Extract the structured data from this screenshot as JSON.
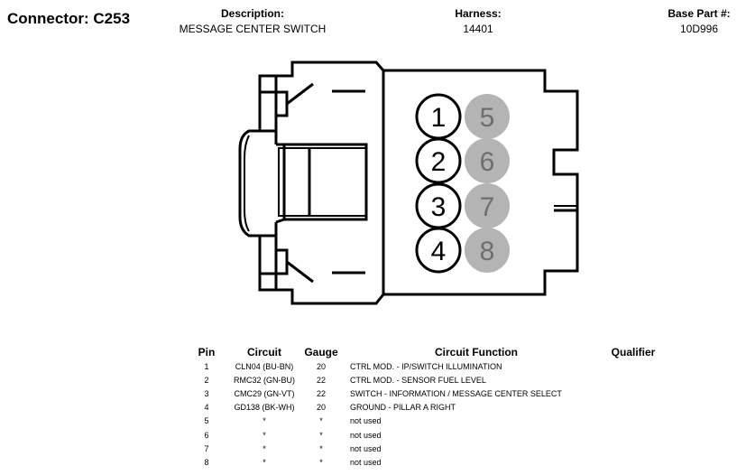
{
  "connector": {
    "label": "Connector: C253"
  },
  "description": {
    "label": "Description:",
    "value": "MESSAGE CENTER SWITCH"
  },
  "harness": {
    "label": "Harness:",
    "value": "14401"
  },
  "base_part": {
    "label": "Base Part #:",
    "value": "10D996"
  },
  "connector_face": {
    "pins_front": [
      "1",
      "2",
      "3",
      "4"
    ],
    "pins_back": [
      "5",
      "6",
      "7",
      "8"
    ],
    "front_fill": "#ffffff",
    "back_fill": "#b4b4b4",
    "back_text_color": "#6e6e6e"
  },
  "table": {
    "headers": {
      "pin": "Pin",
      "circuit": "Circuit",
      "gauge": "Gauge",
      "function": "Circuit Function",
      "qualifier": "Qualifier"
    },
    "rows": [
      {
        "pin": "1",
        "circuit": "CLN04 (BU-BN)",
        "gauge": "20",
        "function": "CTRL MOD. - IP/SWITCH ILLUMINATION",
        "qualifier": ""
      },
      {
        "pin": "2",
        "circuit": "RMC32 (GN-BU)",
        "gauge": "22",
        "function": "CTRL MOD. - SENSOR FUEL LEVEL",
        "qualifier": ""
      },
      {
        "pin": "3",
        "circuit": "CMC29 (GN-VT)",
        "gauge": "22",
        "function": "SWITCH - INFORMATION / MESSAGE CENTER SELECT",
        "qualifier": ""
      },
      {
        "pin": "4",
        "circuit": "GD138 (BK-WH)",
        "gauge": "20",
        "function": "GROUND - PILLAR A RIGHT",
        "qualifier": ""
      },
      {
        "pin": "5",
        "circuit": "*",
        "gauge": "*",
        "function": "not used",
        "qualifier": ""
      },
      {
        "pin": "6",
        "circuit": "*",
        "gauge": "*",
        "function": "not used",
        "qualifier": ""
      },
      {
        "pin": "7",
        "circuit": "*",
        "gauge": "*",
        "function": "not used",
        "qualifier": ""
      },
      {
        "pin": "8",
        "circuit": "*",
        "gauge": "*",
        "function": "not used",
        "qualifier": ""
      }
    ]
  }
}
